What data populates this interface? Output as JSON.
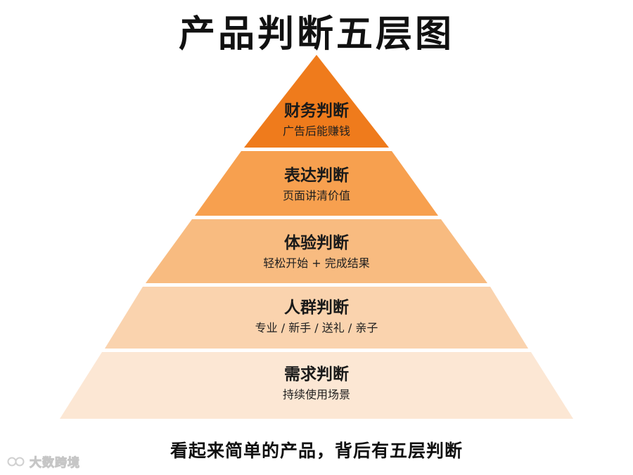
{
  "title": "产品判断五层图",
  "layers": [
    {
      "name": "财务判断",
      "desc": "广告后能赚钱",
      "color": "#ef7b1c"
    },
    {
      "name": "表达判断",
      "desc": "页面讲清价值",
      "color": "#f7a04f"
    },
    {
      "name": "体验判断",
      "desc": "轻松开始 + 完成结果",
      "color": "#f8bb80"
    },
    {
      "name": "人群判断",
      "desc": "专业 / 新手 / 送礼 / 亲子",
      "color": "#fad3ae"
    },
    {
      "name": "需求判断",
      "desc": "持续使用场景",
      "color": "#fce7d4"
    }
  ],
  "caption": "看起来简单的产品，背后有五层判断",
  "watermark": "大数跨境"
}
